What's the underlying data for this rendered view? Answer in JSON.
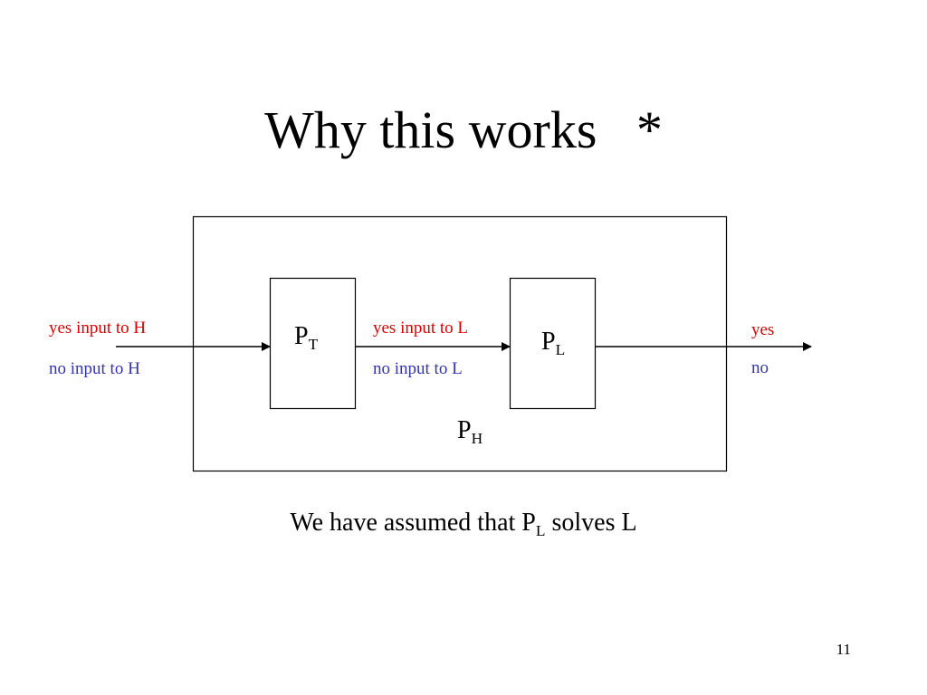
{
  "slide": {
    "title": "Why this works   *",
    "number": "11"
  },
  "colors": {
    "yes": "#e00000",
    "no": "#3333b3",
    "stroke": "#000000"
  },
  "diagram": {
    "outer_box": {
      "name": "P",
      "sub": "H"
    },
    "box_t": {
      "name": "P",
      "sub": "T"
    },
    "box_l": {
      "name": "P",
      "sub": "L"
    },
    "input_labels": {
      "yes": "yes input to H",
      "no": "no input to H"
    },
    "middle_labels": {
      "yes": "yes input to L",
      "no": "no input to L"
    },
    "output_labels": {
      "yes": "yes",
      "no": "no"
    }
  },
  "caption": {
    "before": "We have assumed that P",
    "sub": "L",
    "after": " solves L"
  }
}
